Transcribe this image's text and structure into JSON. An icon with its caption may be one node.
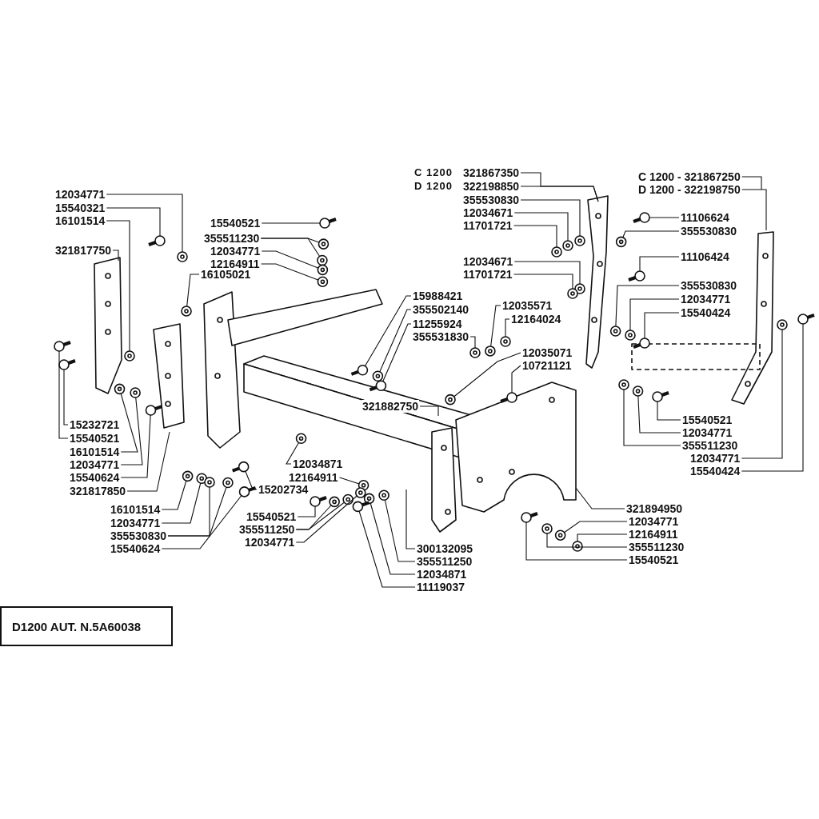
{
  "diagram": {
    "nodes": [
      {
        "text": [
          "12034771"
        ]
      },
      {
        "text": [
          "15540321"
        ]
      },
      {
        "text": [
          "16101514"
        ]
      },
      {
        "text": [
          "321817750"
        ]
      },
      {
        "text": [
          "16105021"
        ]
      },
      {
        "text": [
          "15232721"
        ]
      },
      {
        "text": [
          "15540521"
        ]
      },
      {
        "text": [
          "16101514"
        ]
      },
      {
        "text": [
          "12034771"
        ]
      },
      {
        "text": [
          "15540624"
        ]
      },
      {
        "text": [
          "321817850"
        ]
      },
      {
        "text": [
          "16101514"
        ]
      },
      {
        "text": [
          "12034771"
        ]
      },
      {
        "text": [
          "355530830"
        ]
      },
      {
        "text": [
          "15540624"
        ]
      },
      {
        "text": [
          "15540521"
        ]
      },
      {
        "text": [
          "355511230"
        ]
      },
      {
        "text": [
          "12034771"
        ]
      },
      {
        "text": [
          "12164911"
        ]
      },
      {
        "text": [
          "15988421"
        ]
      },
      {
        "text": [
          "355502140"
        ]
      },
      {
        "text": [
          "11255924"
        ]
      },
      {
        "text": [
          "355531830"
        ]
      },
      {
        "text": [
          "12035571"
        ]
      },
      {
        "text": [
          "12164024"
        ]
      },
      {
        "text": [
          "12035071"
        ]
      },
      {
        "text": [
          "10721121"
        ]
      },
      {
        "text": [
          "321882750"
        ]
      },
      {
        "text": [
          "12034871"
        ]
      },
      {
        "text": [
          "15202734"
        ]
      },
      {
        "text": [
          "12164911"
        ]
      },
      {
        "text": [
          "15540521"
        ]
      },
      {
        "text": [
          "355511250"
        ]
      },
      {
        "text": [
          "12034771"
        ]
      },
      {
        "text": [
          "300132095"
        ]
      },
      {
        "text": [
          "355511250"
        ]
      },
      {
        "text": [
          "12034871"
        ]
      },
      {
        "text": [
          "11119037"
        ]
      },
      {
        "text": [
          "321867350"
        ],
        "beside": [
          "C 1200"
        ]
      },
      {
        "text": [
          "322198850"
        ],
        "beside": [
          "D 1200"
        ]
      },
      {
        "text": [
          "355530830"
        ]
      },
      {
        "text": [
          "12034671"
        ]
      },
      {
        "text": [
          "11701721"
        ]
      },
      {
        "text": [
          "11106624"
        ]
      },
      {
        "text": [
          "355530830"
        ]
      },
      {
        "text": [
          "12034671"
        ]
      },
      {
        "text": [
          "11701721"
        ]
      },
      {
        "text": [
          "11106424"
        ]
      },
      {
        "text": [
          "355530830"
        ]
      },
      {
        "text": [
          "12034771"
        ]
      },
      {
        "text": [
          "15540424"
        ]
      },
      {
        "text": [
          "C 1200 - 321867250"
        ]
      },
      {
        "text": [
          "D 1200 - 322198750"
        ]
      },
      {
        "text": [
          "15540521"
        ]
      },
      {
        "text": [
          "12034771"
        ]
      },
      {
        "text": [
          "355511230"
        ]
      },
      {
        "text": [
          "12034771"
        ]
      },
      {
        "text": [
          "15540424"
        ]
      },
      {
        "text": [
          "321894950"
        ]
      },
      {
        "text": [
          "12034771"
        ]
      },
      {
        "text": [
          "12164911"
        ]
      },
      {
        "text": [
          "355511230"
        ]
      },
      {
        "text": [
          "15540521"
        ]
      },
      {
        "text": [
          "D1200 AUT. N.5A60038"
        ]
      },
      {
        "text": [],
        "shape": "circle"
      },
      {
        "text": [],
        "shape": "bolt"
      },
      {
        "text": [],
        "shape": "circle"
      },
      {
        "text": [],
        "shape": "circle"
      },
      {
        "text": [],
        "shape": "bolt"
      },
      {
        "text": [],
        "shape": "bolt"
      },
      {
        "text": [],
        "shape": "circle"
      },
      {
        "text": [],
        "shape": "circle"
      },
      {
        "text": [],
        "shape": "bolt"
      },
      {
        "text": [],
        "shape": "circle"
      },
      {
        "text": [],
        "shape": "circle"
      },
      {
        "text": [],
        "shape": "circle"
      },
      {
        "text": [],
        "shape": "circle"
      },
      {
        "text": [],
        "shape": "bolt"
      },
      {
        "text": [],
        "shape": "bolt"
      },
      {
        "text": [],
        "shape": "circle"
      },
      {
        "text": [],
        "shape": "circle"
      },
      {
        "text": [],
        "shape": "circle"
      },
      {
        "text": [],
        "shape": "circle"
      },
      {
        "text": [],
        "shape": "bolt"
      },
      {
        "text": [],
        "shape": "circle"
      },
      {
        "text": [],
        "shape": "bolt"
      },
      {
        "text": [],
        "shape": "circle"
      },
      {
        "text": [],
        "shape": "circle"
      },
      {
        "text": [],
        "shape": "circle"
      },
      {
        "text": [],
        "shape": "circle"
      },
      {
        "text": [],
        "shape": "bolt"
      },
      {
        "text": [],
        "shape": "circle"
      },
      {
        "text": [],
        "shape": "bolt"
      },
      {
        "text": [],
        "shape": "circle"
      },
      {
        "text": [],
        "shape": "bolt"
      },
      {
        "text": [],
        "shape": "circle"
      },
      {
        "text": [],
        "shape": "circle"
      },
      {
        "text": [],
        "shape": "circle"
      },
      {
        "text": [],
        "shape": "circle"
      },
      {
        "text": [],
        "shape": "circle"
      },
      {
        "text": [],
        "shape": "bolt"
      },
      {
        "text": [],
        "shape": "circle"
      },
      {
        "text": [],
        "shape": "circle"
      },
      {
        "text": [],
        "shape": "circle"
      },
      {
        "text": [],
        "shape": "bolt"
      },
      {
        "text": [],
        "shape": "circle"
      },
      {
        "text": [],
        "shape": "circle"
      },
      {
        "text": [],
        "shape": "circle"
      },
      {
        "text": [],
        "shape": "bolt"
      },
      {
        "text": [],
        "shape": "circle"
      },
      {
        "text": [],
        "shape": "circle"
      },
      {
        "text": [],
        "shape": "bolt"
      },
      {
        "text": [],
        "shape": "bolt"
      },
      {
        "text": [],
        "shape": "circle"
      },
      {
        "text": [],
        "shape": "circle"
      },
      {
        "text": [],
        "shape": "circle"
      },
      {
        "text": [],
        "shape": "bolt"
      },
      {
        "text": [],
        "shape": "circle"
      },
      {
        "text": [],
        "shape": "circle"
      },
      {
        "text": [],
        "shape": "circle"
      },
      {
        "text": [],
        "shape": "bolt"
      }
    ],
    "edges": [
      {
        "from": 0,
        "to": 64,
        "arrow": "none"
      },
      {
        "from": 1,
        "to": 65,
        "arrow": "none"
      },
      {
        "from": 2,
        "to": 66,
        "arrow": "none"
      },
      {
        "from": 3,
        "to": null,
        "arrow": "none"
      },
      {
        "from": 4,
        "to": 67,
        "arrow": "none"
      },
      {
        "from": 5,
        "to": 68,
        "arrow": "none"
      },
      {
        "from": 6,
        "to": 69,
        "arrow": "none"
      },
      {
        "from": 7,
        "to": 70,
        "arrow": "none"
      },
      {
        "from": 8,
        "to": 71,
        "arrow": "none"
      },
      {
        "from": 9,
        "to": 72,
        "arrow": "none"
      },
      {
        "from": 10,
        "to": null,
        "arrow": "none"
      },
      {
        "from": 11,
        "to": 73,
        "arrow": "none"
      },
      {
        "from": 12,
        "to": 74,
        "arrow": "none"
      },
      {
        "from": 13,
        "to": 75,
        "arrow": "none"
      },
      {
        "from": 13,
        "to": 76,
        "arrow": "none"
      },
      {
        "from": 14,
        "to": 77,
        "arrow": "none"
      },
      {
        "from": 15,
        "to": 78,
        "arrow": "none"
      },
      {
        "from": 16,
        "to": 79,
        "arrow": "none"
      },
      {
        "from": 16,
        "to": 80,
        "arrow": "none"
      },
      {
        "from": 17,
        "to": 81,
        "arrow": "none"
      },
      {
        "from": 18,
        "to": 82,
        "arrow": "none"
      },
      {
        "from": 19,
        "to": 83,
        "arrow": "none"
      },
      {
        "from": 20,
        "to": 84,
        "arrow": "none"
      },
      {
        "from": 21,
        "to": 85,
        "arrow": "none"
      },
      {
        "from": 22,
        "to": 86,
        "arrow": "none"
      },
      {
        "from": 23,
        "to": 87,
        "arrow": "none"
      },
      {
        "from": 24,
        "to": 88,
        "arrow": "none"
      },
      {
        "from": 25,
        "to": 89,
        "arrow": "none"
      },
      {
        "from": 26,
        "to": 90,
        "arrow": "none"
      },
      {
        "from": 27,
        "to": null,
        "arrow": "none"
      },
      {
        "from": 28,
        "to": 91,
        "arrow": "none"
      },
      {
        "from": 29,
        "to": 92,
        "arrow": "none"
      },
      {
        "from": 30,
        "to": 93,
        "arrow": "none"
      },
      {
        "from": 31,
        "to": 94,
        "arrow": "none"
      },
      {
        "from": 32,
        "to": 95,
        "arrow": "none"
      },
      {
        "from": 32,
        "to": 96,
        "arrow": "none"
      },
      {
        "from": 33,
        "to": 97,
        "arrow": "none"
      },
      {
        "from": 34,
        "to": null,
        "arrow": "none"
      },
      {
        "from": 35,
        "to": 98,
        "arrow": "none"
      },
      {
        "from": 36,
        "to": 99,
        "arrow": "none"
      },
      {
        "from": 37,
        "to": 100,
        "arrow": "none"
      },
      {
        "from": 38,
        "to": null,
        "arrow": "none"
      },
      {
        "from": 39,
        "to": null,
        "arrow": "none"
      },
      {
        "from": 40,
        "to": 101,
        "arrow": "none"
      },
      {
        "from": 41,
        "to": 102,
        "arrow": "none"
      },
      {
        "from": 42,
        "to": 103,
        "arrow": "none"
      },
      {
        "from": 43,
        "to": 104,
        "arrow": "none"
      },
      {
        "from": 44,
        "to": 105,
        "arrow": "none"
      },
      {
        "from": 45,
        "to": 106,
        "arrow": "none"
      },
      {
        "from": 46,
        "to": 107,
        "arrow": "none"
      },
      {
        "from": 47,
        "to": 108,
        "arrow": "none"
      },
      {
        "from": 48,
        "to": 109,
        "arrow": "none"
      },
      {
        "from": 49,
        "to": 110,
        "arrow": "none"
      },
      {
        "from": 50,
        "to": 111,
        "arrow": "none"
      },
      {
        "from": 51,
        "to": null,
        "arrow": "none"
      },
      {
        "from": 52,
        "to": null,
        "arrow": "none"
      },
      {
        "from": 53,
        "to": 112,
        "arrow": "none"
      },
      {
        "from": 54,
        "to": 113,
        "arrow": "none"
      },
      {
        "from": 55,
        "to": 114,
        "arrow": "none"
      },
      {
        "from": 56,
        "to": 115,
        "arrow": "none"
      },
      {
        "from": 57,
        "to": 116,
        "arrow": "none"
      },
      {
        "from": 58,
        "to": null,
        "arrow": "none"
      },
      {
        "from": 59,
        "to": 117,
        "arrow": "none"
      },
      {
        "from": 60,
        "to": 118,
        "arrow": "none"
      },
      {
        "from": 61,
        "to": 119,
        "arrow": "none"
      },
      {
        "from": 62,
        "to": 120,
        "arrow": "none"
      }
    ]
  }
}
